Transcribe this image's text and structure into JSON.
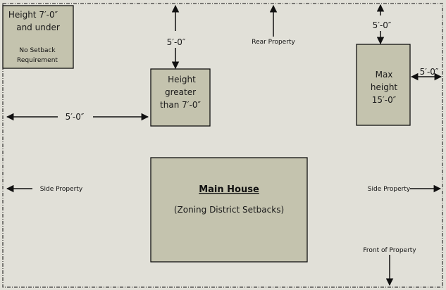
{
  "colors": {
    "background": "#e1e0d8",
    "structure_fill": "#c4c3ae",
    "line": "#111111"
  },
  "accessory_small": {
    "line1": "Height  7′-0″",
    "line2": "and under",
    "note1": "No Setback",
    "note2": "Requirement"
  },
  "accessory_tall": {
    "line1": "Height",
    "line2": "greater",
    "line3": "than 7′-0″",
    "rear_setback": "5′-0″",
    "side_setback": "5′-0″"
  },
  "accessory_max": {
    "line1": "Max",
    "line2": "height",
    "line3": "15′-0″",
    "rear_setback": "5′-0″",
    "side_setback": "5′-0″"
  },
  "main_house": {
    "title": "Main House",
    "subtitle": "(Zoning District Setbacks)"
  },
  "labels": {
    "rear": "Rear Property",
    "side_left": "Side Property",
    "side_right": "Side Property",
    "front": "Front of Property"
  }
}
